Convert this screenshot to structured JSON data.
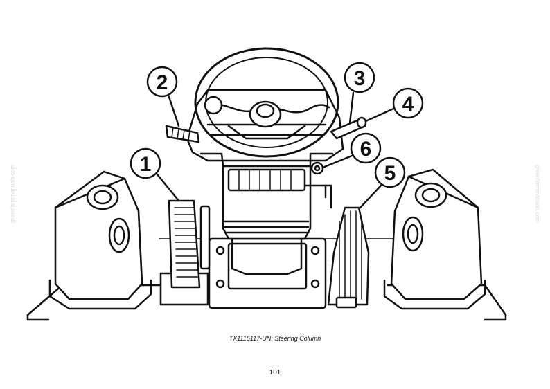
{
  "figure": {
    "caption": "TX1115117-UN: Steering Column",
    "callouts": [
      "1",
      "2",
      "3",
      "4",
      "5",
      "6"
    ]
  },
  "page": {
    "number": "101"
  },
  "watermark": "greenfarmmanuals.com"
}
